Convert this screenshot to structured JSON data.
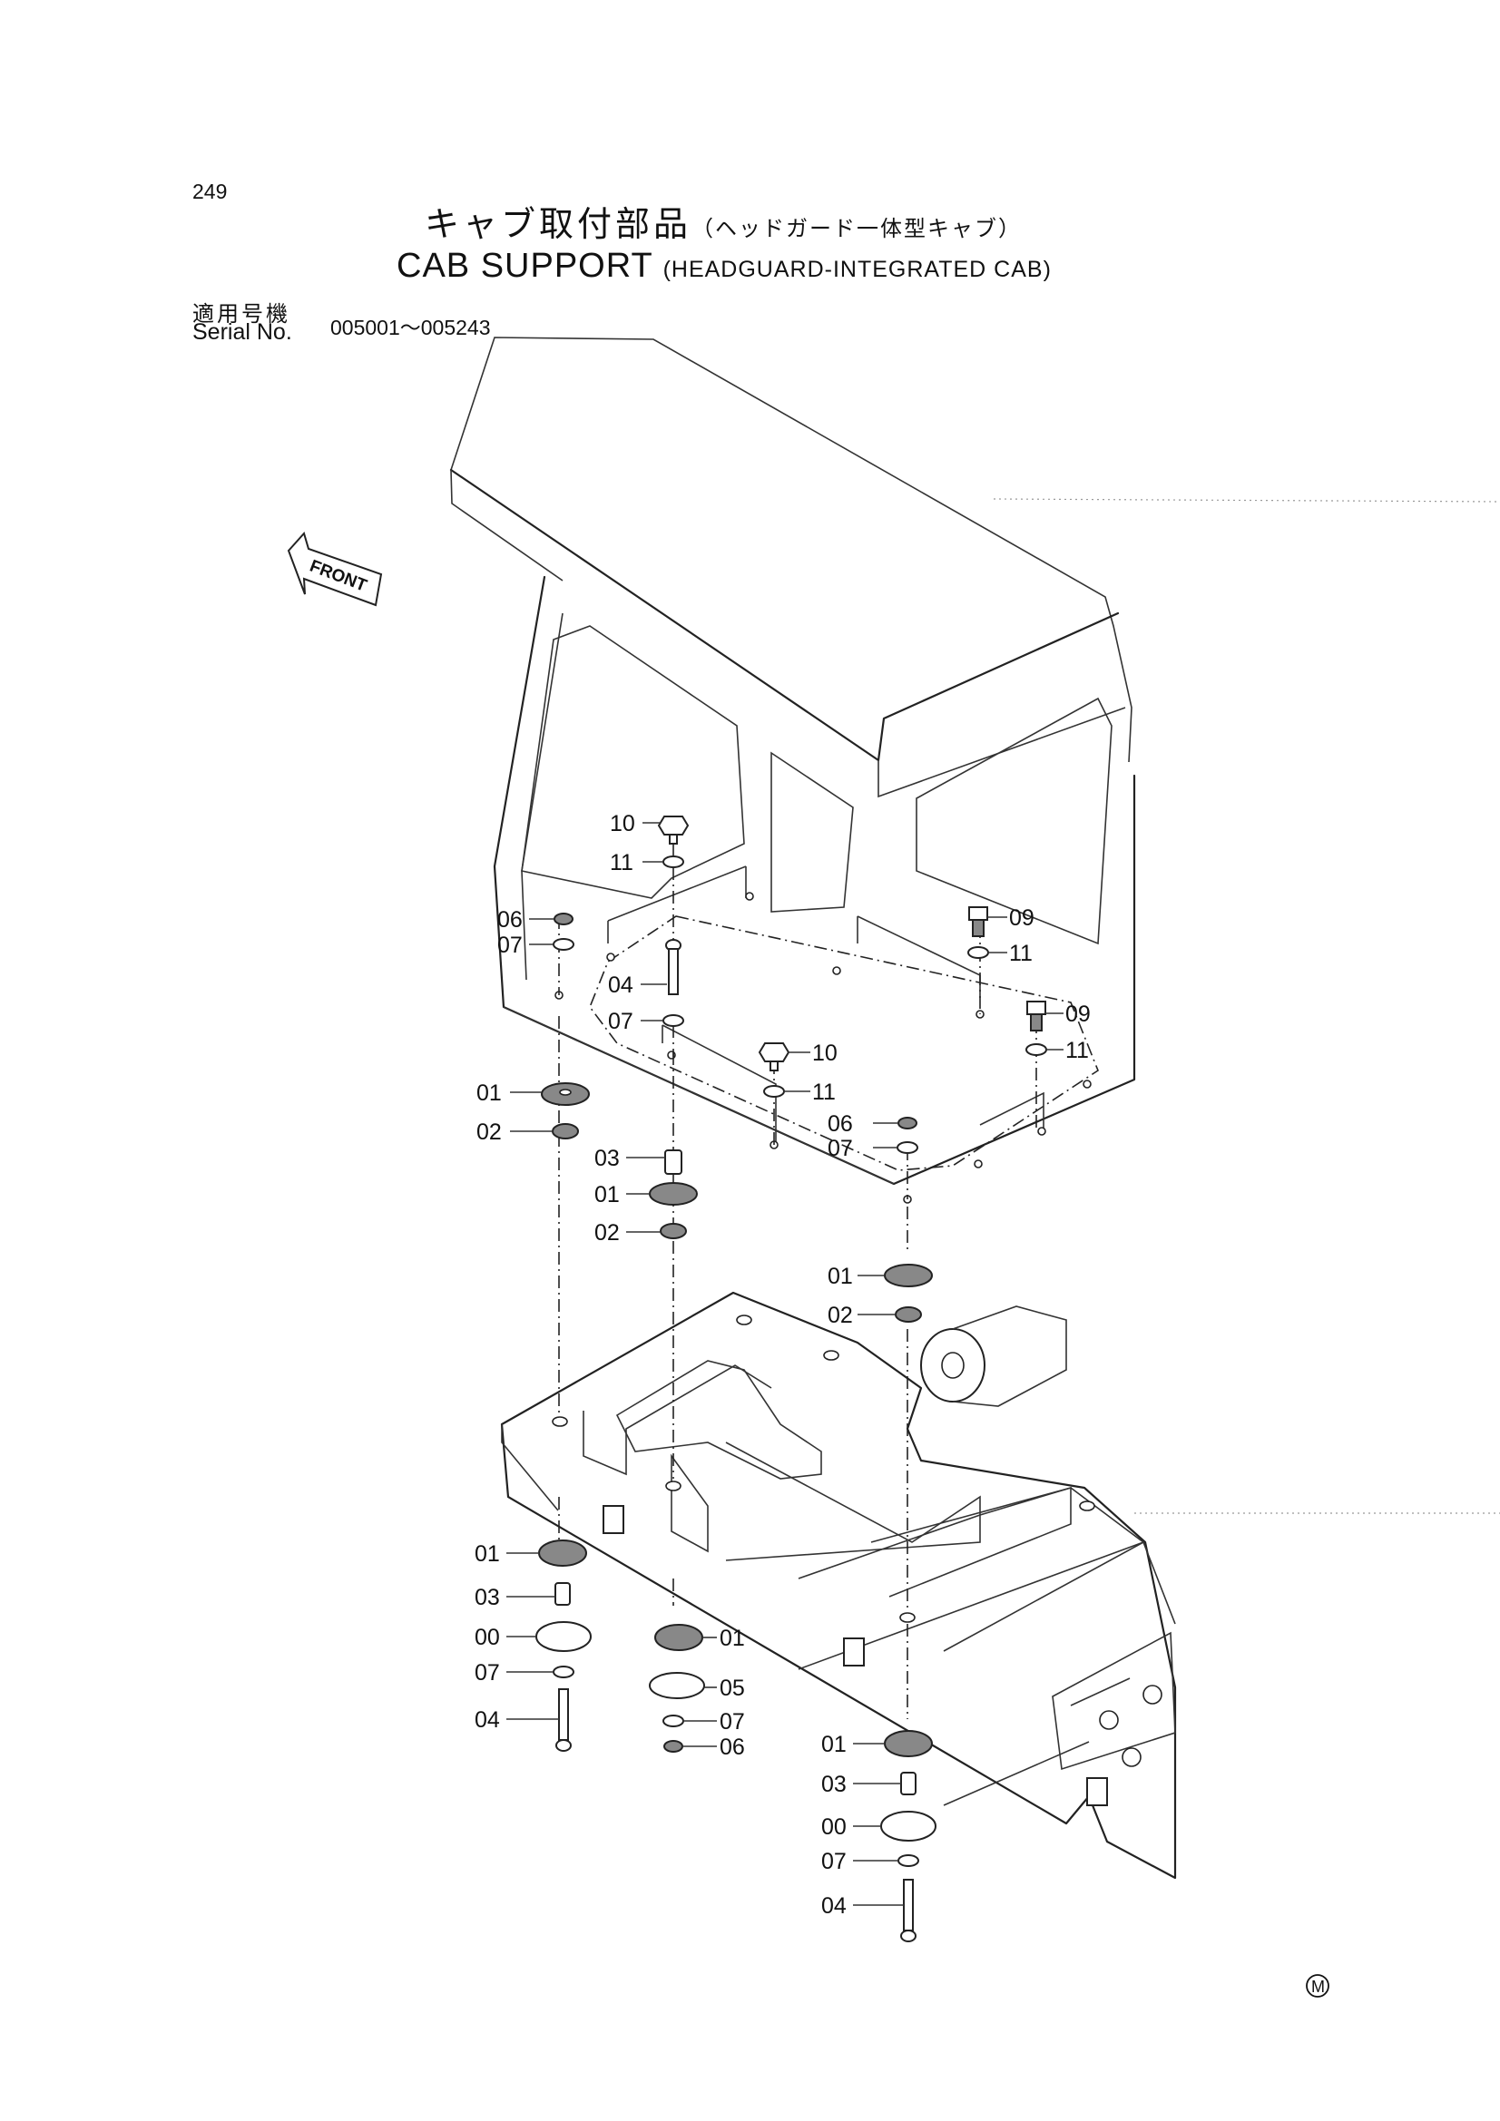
{
  "header": {
    "page_number": "249",
    "title_jp": "キャブ取付部品",
    "title_jp_sub": "（ヘッドガード一体型キャブ）",
    "title_en": "CAB SUPPORT",
    "title_en_sub": "(HEADGUARD-INTEGRATED CAB)",
    "serial_label_jp": "適用号機",
    "serial_label_en": "Serial No.",
    "serial_range": "005001～005243"
  },
  "diagram": {
    "front_arrow_label": "FRONT",
    "corner_mark": "M",
    "callouts": [
      {
        "id": "c-10-a",
        "text": "10"
      },
      {
        "id": "c-11-a",
        "text": "11"
      },
      {
        "id": "c-06-a",
        "text": "06"
      },
      {
        "id": "c-07-a",
        "text": "07"
      },
      {
        "id": "c-04-a",
        "text": "04"
      },
      {
        "id": "c-07-b",
        "text": "07"
      },
      {
        "id": "c-09-a",
        "text": "09"
      },
      {
        "id": "c-11-b",
        "text": "11"
      },
      {
        "id": "c-09-b",
        "text": "09"
      },
      {
        "id": "c-11-c",
        "text": "11"
      },
      {
        "id": "c-10-b",
        "text": "10"
      },
      {
        "id": "c-11-d",
        "text": "11"
      },
      {
        "id": "c-06-b",
        "text": "06"
      },
      {
        "id": "c-07-c",
        "text": "07"
      },
      {
        "id": "c-01-a",
        "text": "01"
      },
      {
        "id": "c-02-a",
        "text": "02"
      },
      {
        "id": "c-03-a",
        "text": "03"
      },
      {
        "id": "c-01-b",
        "text": "01"
      },
      {
        "id": "c-02-b",
        "text": "02"
      },
      {
        "id": "c-01-c",
        "text": "01"
      },
      {
        "id": "c-02-c",
        "text": "02"
      },
      {
        "id": "c-01-d",
        "text": "01"
      },
      {
        "id": "c-03-b",
        "text": "03"
      },
      {
        "id": "c-00-a",
        "text": "00"
      },
      {
        "id": "c-07-d",
        "text": "07"
      },
      {
        "id": "c-04-b",
        "text": "04"
      },
      {
        "id": "c-01-e",
        "text": "01"
      },
      {
        "id": "c-05-a",
        "text": "05"
      },
      {
        "id": "c-07-e",
        "text": "07"
      },
      {
        "id": "c-06-c",
        "text": "06"
      },
      {
        "id": "c-01-f",
        "text": "01"
      },
      {
        "id": "c-03-c",
        "text": "03"
      },
      {
        "id": "c-00-b",
        "text": "00"
      },
      {
        "id": "c-07-f",
        "text": "07"
      },
      {
        "id": "c-04-c",
        "text": "04"
      }
    ]
  }
}
